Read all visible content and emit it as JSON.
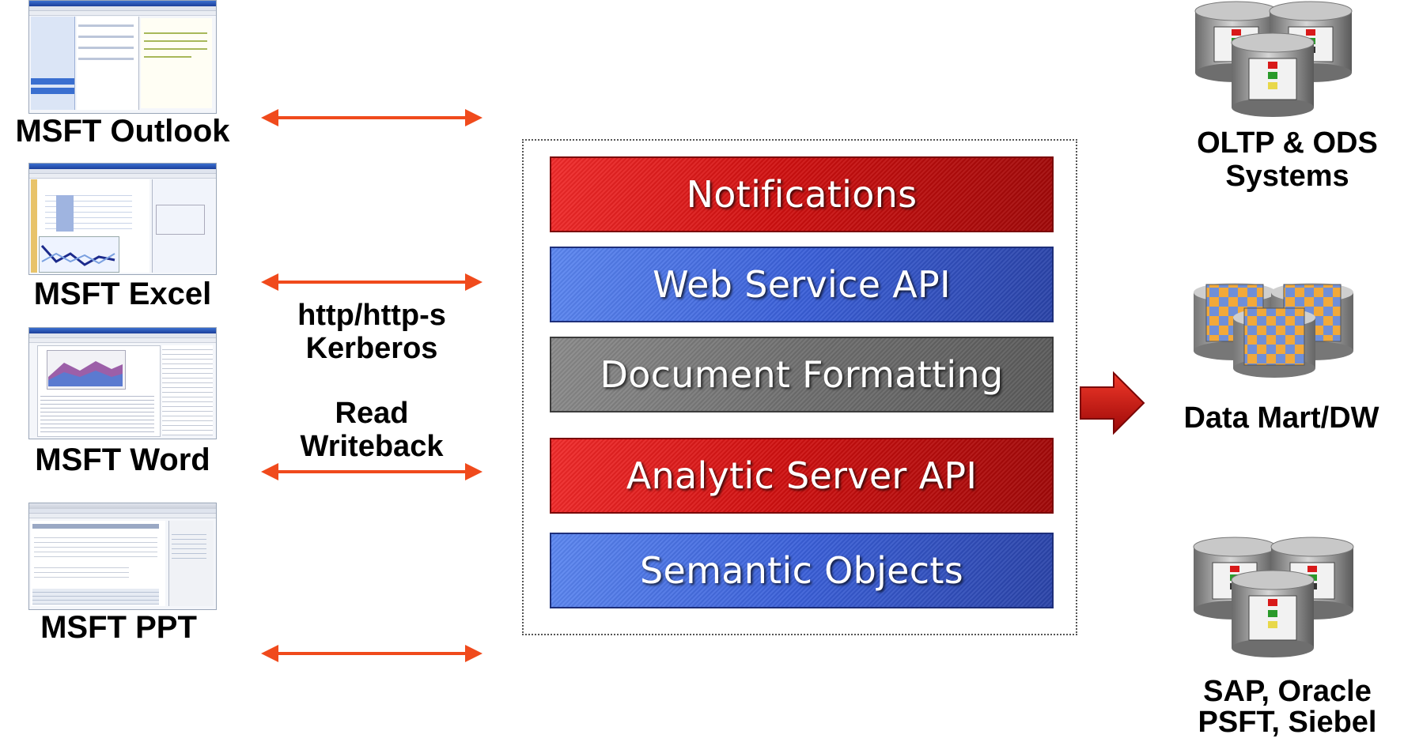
{
  "apps": [
    {
      "label": "MSFT Outlook",
      "icon": "outlook-screenshot-icon"
    },
    {
      "label": "MSFT Excel",
      "icon": "excel-screenshot-icon"
    },
    {
      "label": "MSFT Word",
      "icon": "word-screenshot-icon"
    },
    {
      "label": "MSFT PPT",
      "icon": "ppt-screenshot-icon"
    }
  ],
  "protocols": {
    "line1": "http/http-s",
    "line2": "Kerberos",
    "line3": "Read",
    "line4": "Writeback"
  },
  "layers": [
    {
      "label": "Notifications",
      "color": "red"
    },
    {
      "label": "Web Service API",
      "color": "blue"
    },
    {
      "label": "Document Formatting",
      "color": "gray"
    },
    {
      "label": "Analytic Server API",
      "color": "red"
    },
    {
      "label": "Semantic Objects",
      "color": "blue"
    }
  ],
  "sources": [
    {
      "line1": "OLTP & ODS",
      "line2": "Systems",
      "icon": "database-cylinders-icon"
    },
    {
      "line1": "Data Mart/DW",
      "line2": "",
      "icon": "olap-cube-cylinders-icon"
    },
    {
      "line1": "SAP, Oracle",
      "line2": "PSFT, Siebel",
      "icon": "database-cylinders-icon"
    }
  ],
  "colors": {
    "arrow": "#f04a1c",
    "red_layer": "#d01010",
    "blue_layer": "#3a5fd8",
    "gray_layer": "#6e6e6e",
    "cube_orange": "#f2a93a",
    "cube_blue": "#6f8fd8",
    "db_gray": "#8c8c8c",
    "right_arrow": "#d81010"
  }
}
